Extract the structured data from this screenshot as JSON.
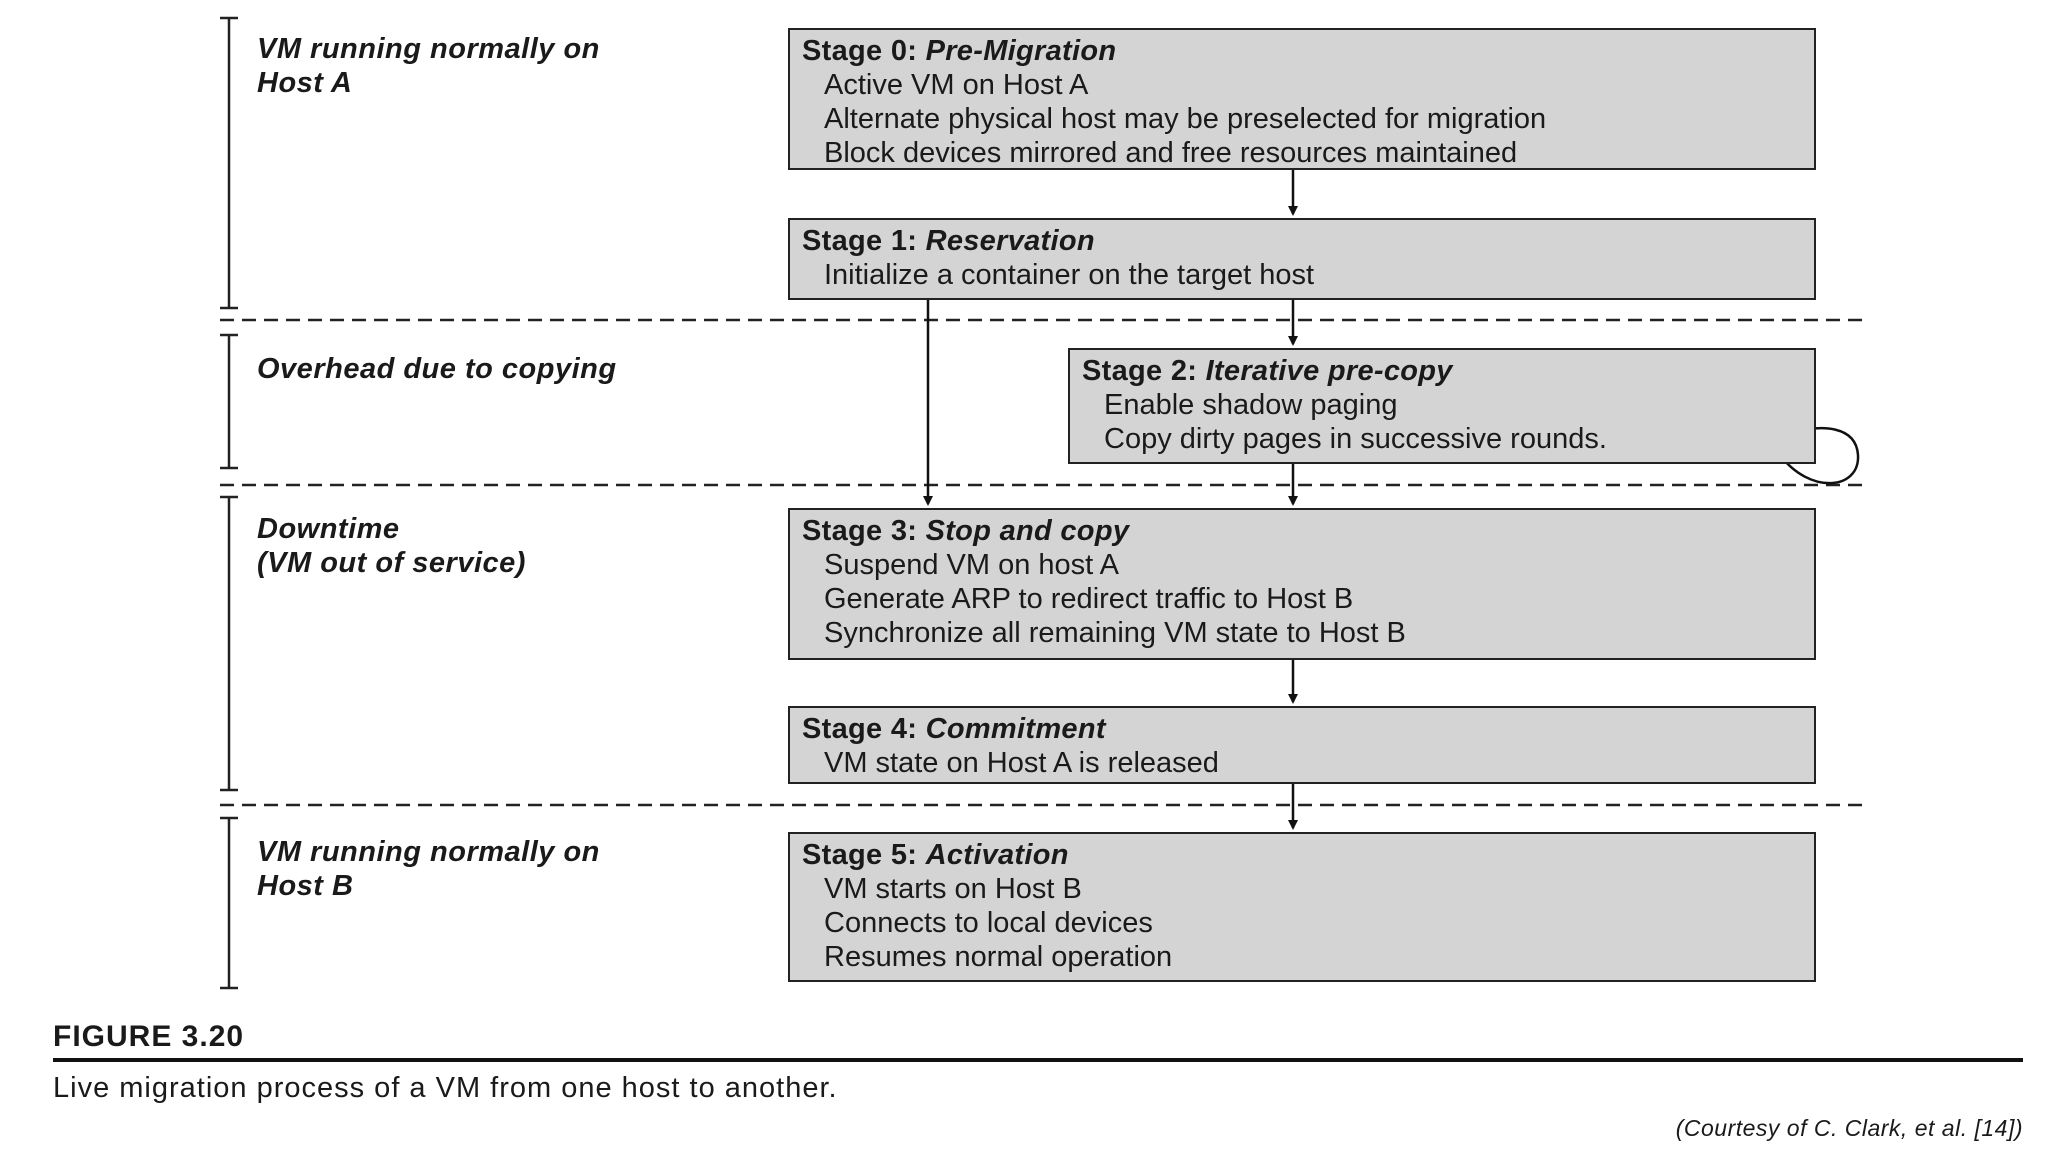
{
  "phases": [
    {
      "lines": [
        "VM running normally on",
        "Host A"
      ]
    },
    {
      "lines": [
        "Overhead due to copying"
      ]
    },
    {
      "lines": [
        "Downtime",
        "(VM out of service)"
      ]
    },
    {
      "lines": [
        "VM running normally on",
        "Host B"
      ]
    }
  ],
  "stages": [
    {
      "prefix": "Stage 0:",
      "name": "Pre-Migration",
      "items": [
        "Active VM on Host A",
        "Alternate physical host may be preselected for migration",
        "Block devices mirrored and free resources maintained"
      ]
    },
    {
      "prefix": "Stage 1:",
      "name": "Reservation",
      "items": [
        "Initialize a container on the target host"
      ]
    },
    {
      "prefix": "Stage 2:",
      "name": "Iterative pre-copy",
      "items": [
        "Enable shadow paging",
        "Copy dirty pages in successive rounds."
      ]
    },
    {
      "prefix": "Stage 3:",
      "name": "Stop and copy",
      "items": [
        "Suspend VM on host A",
        "Generate ARP to redirect traffic to Host B",
        "Synchronize all remaining VM state to Host B"
      ]
    },
    {
      "prefix": "Stage 4:",
      "name": "Commitment",
      "items": [
        "VM state on Host A is released"
      ]
    },
    {
      "prefix": "Stage 5:",
      "name": "Activation",
      "items": [
        "VM starts on Host B",
        "Connects to local devices",
        "Resumes normal operation"
      ]
    }
  ],
  "figure": {
    "label": "FIGURE 3.20",
    "caption": "Live migration process of a VM from one host to another.",
    "credit": "(Courtesy of C. Clark, et al. [14])"
  }
}
